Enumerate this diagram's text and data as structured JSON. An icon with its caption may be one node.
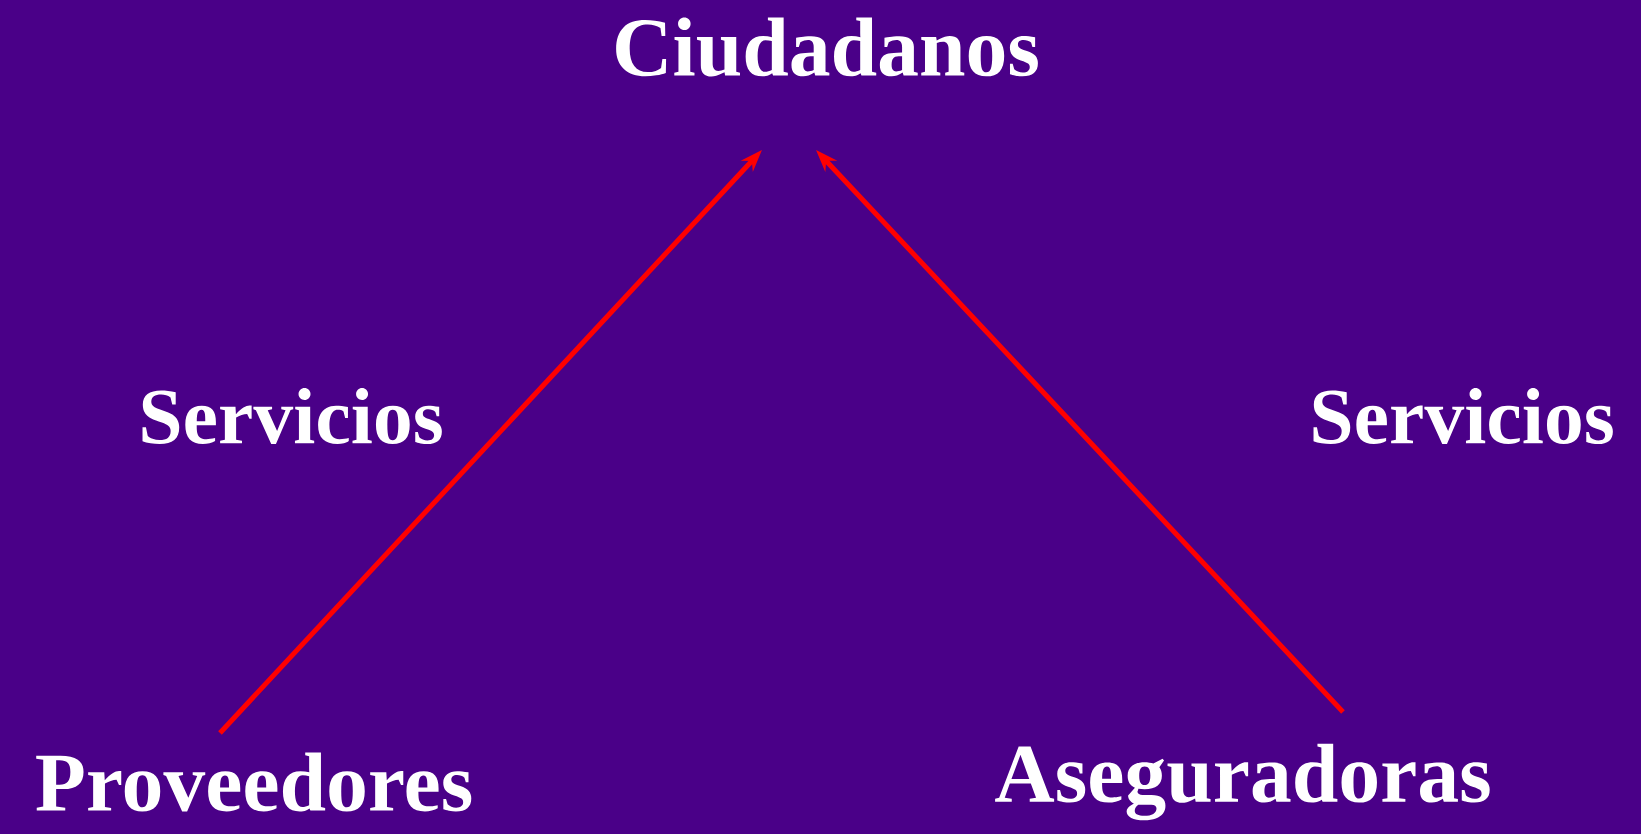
{
  "diagram": {
    "nodes": [
      {
        "text": [
          "Ciudadanos"
        ]
      },
      {
        "text": [
          "Proveedores"
        ]
      },
      {
        "text": [
          "Aseguradoras"
        ]
      }
    ],
    "edges": [
      {
        "from": 1,
        "to": 0,
        "arrow": "to",
        "label": "Servicios"
      },
      {
        "from": 2,
        "to": 0,
        "arrow": "to",
        "label": "Servicios"
      }
    ]
  }
}
